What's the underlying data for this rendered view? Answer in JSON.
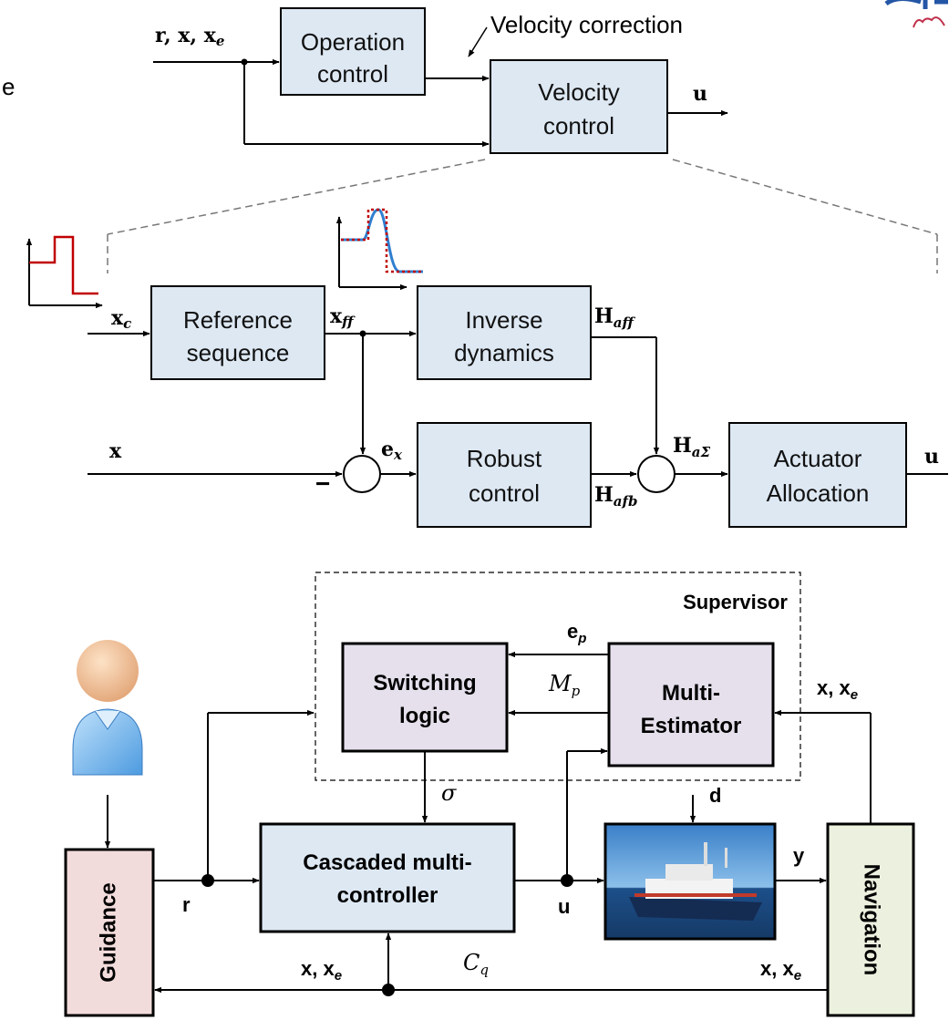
{
  "colors": {
    "block_blue": "#dde8f3",
    "block_lavender": "#e5e0ec",
    "guidance_pink": "#f2dcdb",
    "navigation_green": "#ebf1de",
    "step_red": "#c00000",
    "response_blue": "#2f7fd0",
    "logo_blue": "#2456a6",
    "logo_red": "#c0304a"
  },
  "top": {
    "input_label": "r, x, x",
    "input_sub": "e",
    "operation_line1": "Operation",
    "operation_line2": "control",
    "velocity_correction": "Velocity correction",
    "velocity_line1": "Velocity",
    "velocity_line2": "control",
    "output_label": "u",
    "left_edge_letter": "e"
  },
  "middle": {
    "xc_label": "x",
    "xc_sub": "c",
    "reference_line1": "Reference",
    "reference_line2": "sequence",
    "xff_label": "x",
    "xff_sub": "ff",
    "inverse_line1": "Inverse",
    "inverse_line2": "dynamics",
    "h_aff_label": "H",
    "h_aff_sub": "aff",
    "x_label": "x",
    "minus_sign": "−",
    "ex_label": "e",
    "ex_sub": "x",
    "robust_line1": "Robust",
    "robust_line2": "control",
    "h_afb_label": "H",
    "h_afb_sub": "afb",
    "h_asigma_label": "H",
    "h_asigma_sub": "aΣ",
    "actuator_line1": "Actuator",
    "actuator_line2": "Allocation",
    "u_label": "u"
  },
  "bottom": {
    "supervisor": "Supervisor",
    "switching_line1": "Switching",
    "switching_line2": "logic",
    "ep_label": "e",
    "ep_sub": "p",
    "mp_label": "M",
    "mp_sub": "p",
    "estimator_line1": "Multi-",
    "estimator_line2": "Estimator",
    "xxe_right": "x, x",
    "xxe_right_sub": "e",
    "sigma": "σ",
    "d_label": "d",
    "cascaded_line1": "Cascaded multi-",
    "cascaded_line2": "controller",
    "cq_label": "C",
    "cq_sub": "q",
    "guidance": "Guidance",
    "r_label": "r",
    "u_label": "u",
    "y_label": "y",
    "navigation": "Navigation",
    "xxe_left": "x, x",
    "xxe_left_sub": "e",
    "xxe_nav": "x, x",
    "xxe_nav_sub": "e"
  }
}
